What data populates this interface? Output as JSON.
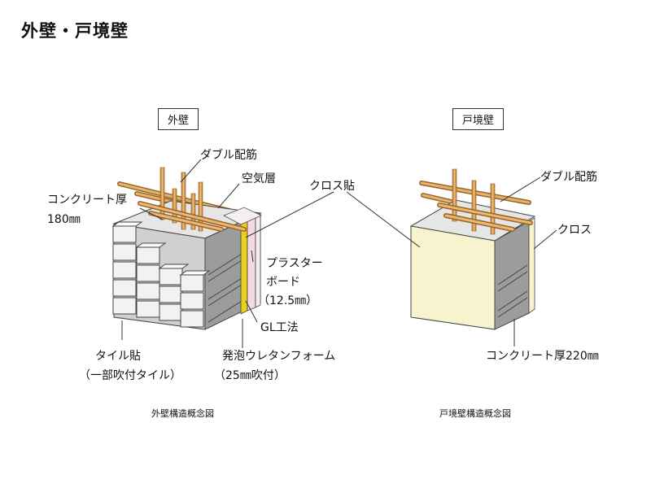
{
  "page": {
    "title": "外壁・戸境壁"
  },
  "sections": {
    "exterior": {
      "tag": "外壁",
      "caption": "外壁構造概念図",
      "labels": {
        "rebar": "ダブル配筋",
        "air": "空気層",
        "concrete_line1": "コンクリート厚",
        "concrete_line2": "180㎜",
        "plaster_line1": "プラスター",
        "plaster_line2": "ボード",
        "plaster_line3": "（12.5㎜）",
        "gl": "GL工法",
        "foam_line1": "発泡ウレタンフォーム",
        "foam_line2": "（25㎜吹付）",
        "tile_line1": "タイル貼",
        "tile_line2": "（一部吹付タイル）"
      }
    },
    "shared": {
      "cloth_label": "クロス貼"
    },
    "party": {
      "tag": "戸境壁",
      "caption": "戸境壁構造概念図",
      "labels": {
        "rebar": "ダブル配筋",
        "cloth": "クロス",
        "concrete": "コンクリート厚220㎜"
      }
    }
  },
  "colors": {
    "concrete_top": "#e6e6e6",
    "concrete_side": "#9c9c9c",
    "concrete_front": "#d0d0d0",
    "tile": "#f2f2f2",
    "rebar": "#d39a4e",
    "foam": "#e8d21c",
    "board": "#f6d9e2",
    "cloth": "#f8f3cf"
  }
}
